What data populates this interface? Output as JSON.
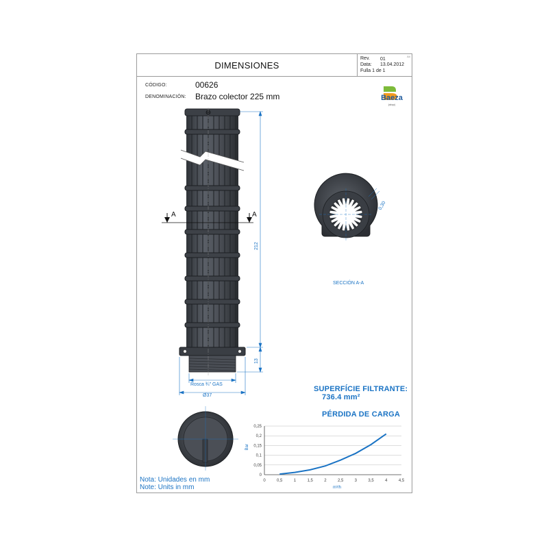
{
  "header": {
    "title": "DIMENSIONES",
    "rev_label": "Rev.",
    "rev_value": "01",
    "date_label": "Data:",
    "date_value": "13.04.2012",
    "sheet_label": "Fulla 1 de 1",
    "corner_tag": "A4"
  },
  "info": {
    "code_label": "CÓDIGO:",
    "code_value": "00626",
    "name_label": "DENOMINACIÓN:",
    "name_value": "Brazo colector 225 mm"
  },
  "logo": {
    "brand": "Baeza",
    "sub": "(stop)",
    "colors": {
      "green": "#7dbb3a",
      "orange": "#f39a1e",
      "blue": "#1f5a9c"
    }
  },
  "drawing": {
    "section_marker": "A",
    "section_marker_right": "A",
    "dim_length": "212",
    "dim_thread_height": "13",
    "thread_label": "Rosca ¾\" GAS",
    "diameter_label": "Ø37",
    "section_dim": "0,30",
    "section_title": "SECCIÓN A-A",
    "part_color": "#4a4e55",
    "dim_color": "#1a73c4"
  },
  "specs": {
    "surface_title": "SUPERFÍCIE FILTRANTE:",
    "surface_value": "736.4 mm²",
    "loss_title": "PÉRDIDA DE CARGA"
  },
  "notes": {
    "es": "Nota: Unidades en mm",
    "en": "Note: Units in mm"
  },
  "chart_data": {
    "type": "line",
    "title": "",
    "xlabel": "m³/h",
    "ylabel": "Bar",
    "xlim": [
      0,
      4.5
    ],
    "ylim": [
      0,
      0.25
    ],
    "x_ticks": [
      "0",
      "0,5",
      "1",
      "1,5",
      "2",
      "2,5",
      "3",
      "3,5",
      "4",
      "4,5"
    ],
    "y_ticks": [
      "0",
      "0,05",
      "0,1",
      "0,15",
      "0,2",
      "0,25"
    ],
    "grid": true,
    "series": [
      {
        "x": [
          0.5,
          1.0,
          1.5,
          2.0,
          2.5,
          3.0,
          3.5,
          4.0
        ],
        "y": [
          0.003,
          0.012,
          0.025,
          0.045,
          0.075,
          0.11,
          0.155,
          0.21
        ]
      }
    ],
    "line_color": "#1a73c4"
  }
}
